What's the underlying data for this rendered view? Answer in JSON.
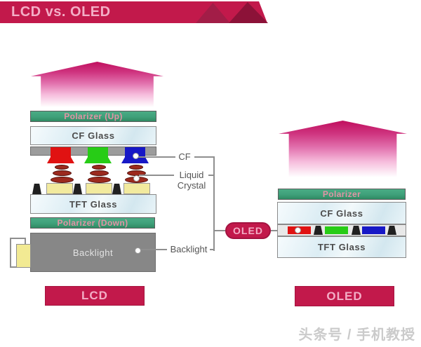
{
  "header": {
    "title": "LCD vs. OLED"
  },
  "lcd_stack": {
    "polarizer_up": "Polarizer (Up)",
    "cf_glass": "CF Glass",
    "tft_glass": "TFT Glass",
    "polarizer_down": "Polarizer (Down)",
    "backlight": "Backlight",
    "caption": "LCD"
  },
  "oled_stack": {
    "polarizer": "Polarizer",
    "cf_glass": "CF Glass",
    "tft_glass": "TFT Glass",
    "caption": "OLED"
  },
  "callouts": {
    "cf": "CF",
    "liquid": "Liquid",
    "crystal": "Crystal",
    "backlight": "Backlight",
    "oled_badge": "OLED"
  },
  "watermark": "头条号 / 手机教授",
  "colors": {
    "crimson": "#c2194b",
    "crimson_mid": "#a21d47",
    "crimson_dark": "#8c1238",
    "title_pink": "#f3aec6",
    "polarizer_green": "#3fa07a",
    "polarizer_text": "#e193a4",
    "filter_red": "#e01212",
    "filter_green": "#27cc16",
    "filter_blue": "#1718c6",
    "lc_red": "#9c2a1e",
    "tft_yellow": "#f2ea9e",
    "backlight_gray": "#878787",
    "substrate_gray": "#9c9c9c",
    "line_gray": "#8f8f8f",
    "glass_text": "#4c4c4c"
  }
}
